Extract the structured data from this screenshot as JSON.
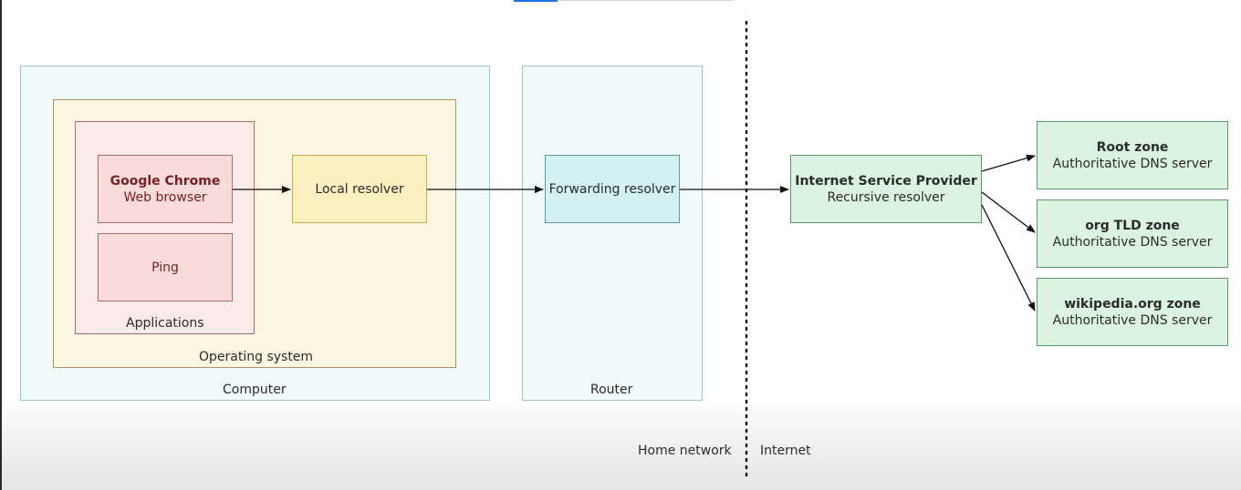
{
  "containers": {
    "computer": "Computer",
    "operating_system": "Operating system",
    "applications": "Applications",
    "router": "Router"
  },
  "nodes": {
    "chrome": {
      "title": "Google Chrome",
      "subtitle": "Web browser"
    },
    "ping": {
      "label": "Ping"
    },
    "local_resolver": {
      "label": "Local resolver"
    },
    "forwarding_resolver": {
      "label": "Forwarding resolver"
    },
    "isp": {
      "title": "Internet Service Provider",
      "subtitle": "Recursive resolver"
    },
    "root_zone": {
      "title": "Root zone",
      "subtitle": "Authoritative DNS server"
    },
    "org_tld_zone": {
      "title": "org TLD zone",
      "subtitle": "Authoritative DNS server"
    },
    "wikipedia_zone": {
      "title": "wikipedia.org zone",
      "subtitle": "Authoritative DNS server"
    }
  },
  "boundary": {
    "left_label": "Home network",
    "right_label": "Internet"
  },
  "colors": {
    "computer_fill": "#f1fafa",
    "os_fill": "#fdf6e3",
    "apps_fill": "#fbeaea",
    "app_node_fill": "#f8dcdc",
    "local_resolver_fill": "#fbf0c0",
    "forwarding_fill": "#d3f0f2",
    "internet_node_fill": "#dcf3e1",
    "arrow": "#111111"
  }
}
